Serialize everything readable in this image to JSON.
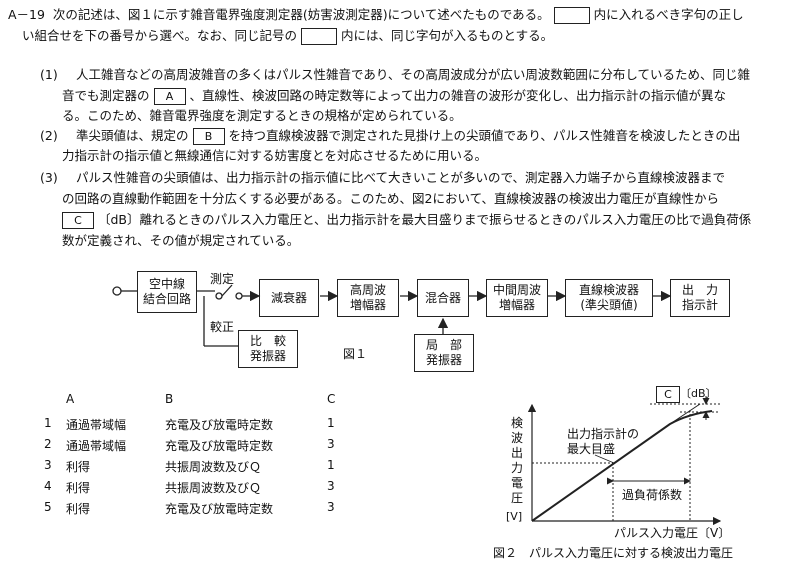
{
  "question": {
    "number": "A－19",
    "intro_1a": "次の記述は、図１に示す雑音電界強度測定器(妨害波測定器)について述べたものである。",
    "intro_1b": "内に入れるべき字句の正し",
    "intro_2a": "い組合せを下の番号から選べ。なお、同じ記号の",
    "intro_2b": "内には、同じ字句が入るものとする。"
  },
  "items": {
    "p1_num": "(1)",
    "p1_l1": "人工雑音などの高周波雑音の多くはパルス性雑音であり、その高周波成分が広い周波数範囲に分布しているため、同じ雑",
    "p1_l2a": "音でも測定器の",
    "p1_l2b": "、直線性、検波回路の時定数等によって出力の雑音の波形が変化し、出力指示計の指示値が異な",
    "p1_l3": "る。このため、雑音電界強度を測定するときの規格が定められている。",
    "p2_num": "(2)",
    "p2_l1a": "準尖頭値は、規定の",
    "p2_l1b": "を持つ直線検波器で測定された見掛け上の尖頭値であり、パルス性雑音を検波したときの出",
    "p2_l2": "力指示計の指示値と無線通信に対する妨害度とを対応させるために用いる。",
    "p3_num": "(3)",
    "p3_l1": "パルス性雑音の尖頭値は、出力指示計の指示値に比べて大きいことが多いので、測定器入力端子から直線検波器まで",
    "p3_l2": "の回路の直線動作範囲を十分広くする必要がある。このため、図2において、直線検波器の検波出力電圧が直線性から",
    "p3_l3b": "〔dB〕離れるときのパルス入力電圧と、出力指示計を最大目盛りまで振らせるときのパルス入力電圧の比で過負荷係",
    "p3_l4": "数が定義され、その値が規定されている。"
  },
  "labels": {
    "A": "A",
    "B": "B",
    "C": "C"
  },
  "fig1": {
    "antenna_l1": "空中線",
    "antenna_l2": "結合回路",
    "measure": "測定",
    "calib": "較正",
    "attenuator": "減衰器",
    "rf_amp_l1": "高周波",
    "rf_amp_l2": "増幅器",
    "mixer": "混合器",
    "if_amp_l1": "中間周波",
    "if_amp_l2": "増幅器",
    "detector_l1": "直線検波器",
    "detector_l2": "(準尖頭値)",
    "output_l1": "出　力",
    "output_l2": "指示計",
    "comparator_l1": "比　較",
    "comparator_l2": "発振器",
    "local_l1": "局　部",
    "local_l2": "発振器",
    "caption": "図１"
  },
  "table": {
    "headers": [
      "A",
      "B",
      "C"
    ],
    "rows": [
      {
        "no": "1",
        "a": "通過帯域幅",
        "b": "充電及び放電時定数",
        "c": "1"
      },
      {
        "no": "2",
        "a": "通過帯域幅",
        "b": "充電及び放電時定数",
        "c": "3"
      },
      {
        "no": "3",
        "a": "利得",
        "b": "共振周波数及びＱ",
        "c": "1"
      },
      {
        "no": "4",
        "a": "利得",
        "b": "共振周波数及びＱ",
        "c": "3"
      },
      {
        "no": "5",
        "a": "利得",
        "b": "充電及び放電時定数",
        "c": "3"
      }
    ]
  },
  "fig2": {
    "ylabel": [
      "検",
      "波",
      "出",
      "力",
      "電",
      "圧"
    ],
    "yunit": "[V]",
    "xlabel": "パルス入力電圧〔V〕",
    "max_l1": "出力指示計の",
    "max_l2": "最大目盛",
    "overload": "過負荷係数",
    "c_unit": "〔dB〕",
    "caption": "図２　パルス入力電圧に対する検波出力電圧"
  }
}
